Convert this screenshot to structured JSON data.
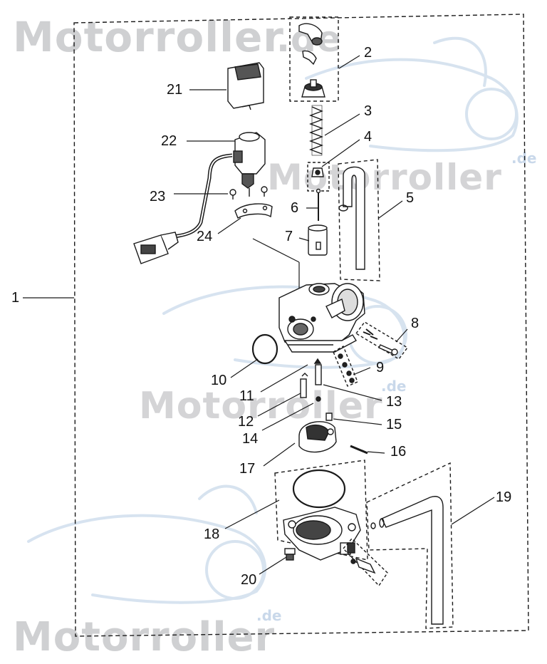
{
  "watermark": {
    "text": "Motorroller",
    "suffix": ".de"
  },
  "callouts": {
    "c1": "1",
    "c2": "2",
    "c3": "3",
    "c4": "4",
    "c5": "5",
    "c6": "6",
    "c7": "7",
    "c8": "8",
    "c9": "9",
    "c10": "10",
    "c11": "11",
    "c12": "12",
    "c13": "13",
    "c14": "14",
    "c15": "15",
    "c16": "16",
    "c17": "17",
    "c18": "18",
    "c19": "19",
    "c20": "20",
    "c21": "21",
    "c22": "22",
    "c23": "23",
    "c24": "24"
  },
  "colors": {
    "line": "#1a1a1a",
    "watermark_text": "#cfd0d2",
    "watermark_scooter": "#c9d8ea"
  }
}
